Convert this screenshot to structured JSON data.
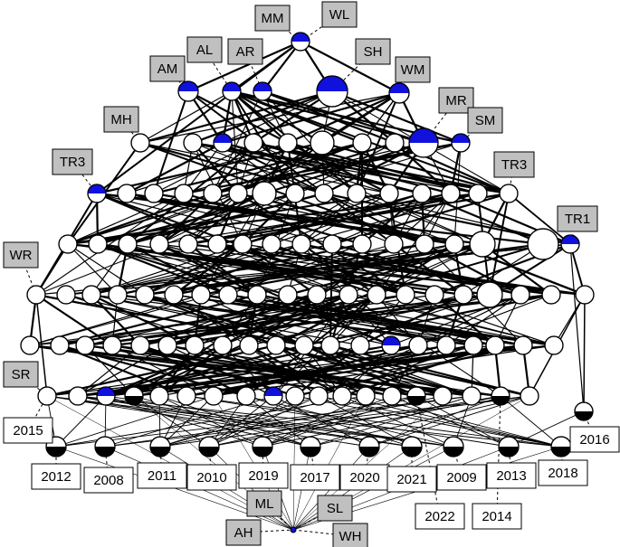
{
  "diagram": {
    "colors": {
      "intent": "#1111dd",
      "extent": "#000000",
      "label_gray": "#c0c0c0",
      "node_fill": "#ffffff",
      "edge": "#000000"
    },
    "attribute_labels": [
      {
        "id": "MM",
        "text": "MM"
      },
      {
        "id": "WL",
        "text": "WL"
      },
      {
        "id": "AL",
        "text": "AL"
      },
      {
        "id": "AR",
        "text": "AR"
      },
      {
        "id": "AM",
        "text": "AM"
      },
      {
        "id": "SH",
        "text": "SH"
      },
      {
        "id": "WM",
        "text": "WM"
      },
      {
        "id": "MR",
        "text": "MR"
      },
      {
        "id": "SM",
        "text": "SM"
      },
      {
        "id": "MH",
        "text": "MH"
      },
      {
        "id": "TR3a",
        "text": "TR3"
      },
      {
        "id": "TR3b",
        "text": "TR3"
      },
      {
        "id": "TR1",
        "text": "TR1"
      },
      {
        "id": "WR",
        "text": "WR"
      },
      {
        "id": "SR",
        "text": "SR"
      },
      {
        "id": "ML",
        "text": "ML"
      },
      {
        "id": "SL",
        "text": "SL"
      },
      {
        "id": "AH",
        "text": "AH"
      },
      {
        "id": "WH",
        "text": "WH"
      }
    ],
    "object_labels": [
      {
        "id": "y2015",
        "text": "2015"
      },
      {
        "id": "y2012",
        "text": "2012"
      },
      {
        "id": "y2008",
        "text": "2008"
      },
      {
        "id": "y2011",
        "text": "2011"
      },
      {
        "id": "y2010",
        "text": "2010"
      },
      {
        "id": "y2019",
        "text": "2019"
      },
      {
        "id": "y2017",
        "text": "2017"
      },
      {
        "id": "y2020",
        "text": "2020"
      },
      {
        "id": "y2021",
        "text": "2021"
      },
      {
        "id": "y2009",
        "text": "2009"
      },
      {
        "id": "y2013",
        "text": "2013"
      },
      {
        "id": "y2018",
        "text": "2018"
      },
      {
        "id": "y2016",
        "text": "2016"
      },
      {
        "id": "y2022",
        "text": "2022"
      },
      {
        "id": "y2014",
        "text": "2014"
      }
    ]
  }
}
